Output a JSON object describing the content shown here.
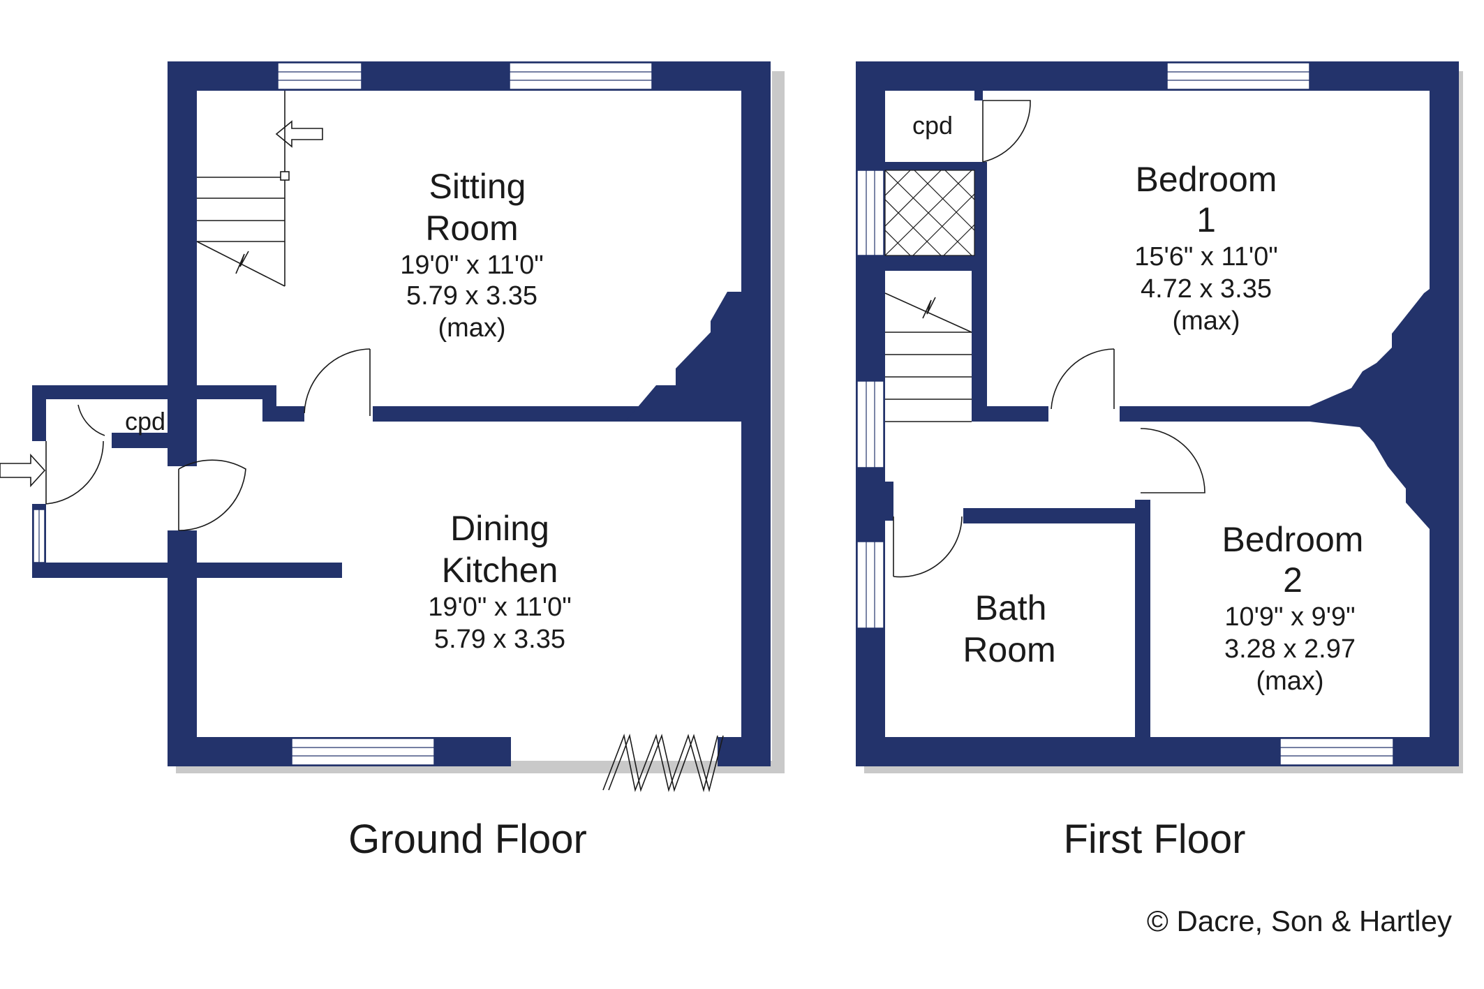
{
  "colors": {
    "wall": "#23336b",
    "background": "#ffffff",
    "text": "#1a1a1a"
  },
  "ground_floor": {
    "title": "Ground Floor",
    "sitting_room": {
      "name_line1": "Sitting",
      "name_line2": "Room",
      "imperial": "19'0\"  x  11'0\"",
      "metric": "5.79  x   3.35",
      "note": "(max)"
    },
    "dining_kitchen": {
      "name_line1": "Dining",
      "name_line2": "Kitchen",
      "imperial": "19'0\"  x  11'0\"",
      "metric": "5.79  x   3.35"
    },
    "cupboard": "cpd"
  },
  "first_floor": {
    "title": "First Floor",
    "bedroom1": {
      "name_line1": "Bedroom",
      "name_line2": "1",
      "imperial": "15'6\"  x  11'0\"",
      "metric": "4.72  x   3.35",
      "note": "(max)"
    },
    "bedroom2": {
      "name_line1": "Bedroom",
      "name_line2": "2",
      "imperial": "10'9\"  x   9'9\"",
      "metric": "3.28  x   2.97",
      "note": "(max)"
    },
    "bathroom": {
      "name_line1": "Bath",
      "name_line2": "Room"
    },
    "cupboard": "cpd"
  },
  "copyright": "© Dacre, Son & Hartley",
  "icons": [
    "entrance-arrow-icon",
    "stairs-up-arrow-icon",
    "bifold-door-icon"
  ]
}
